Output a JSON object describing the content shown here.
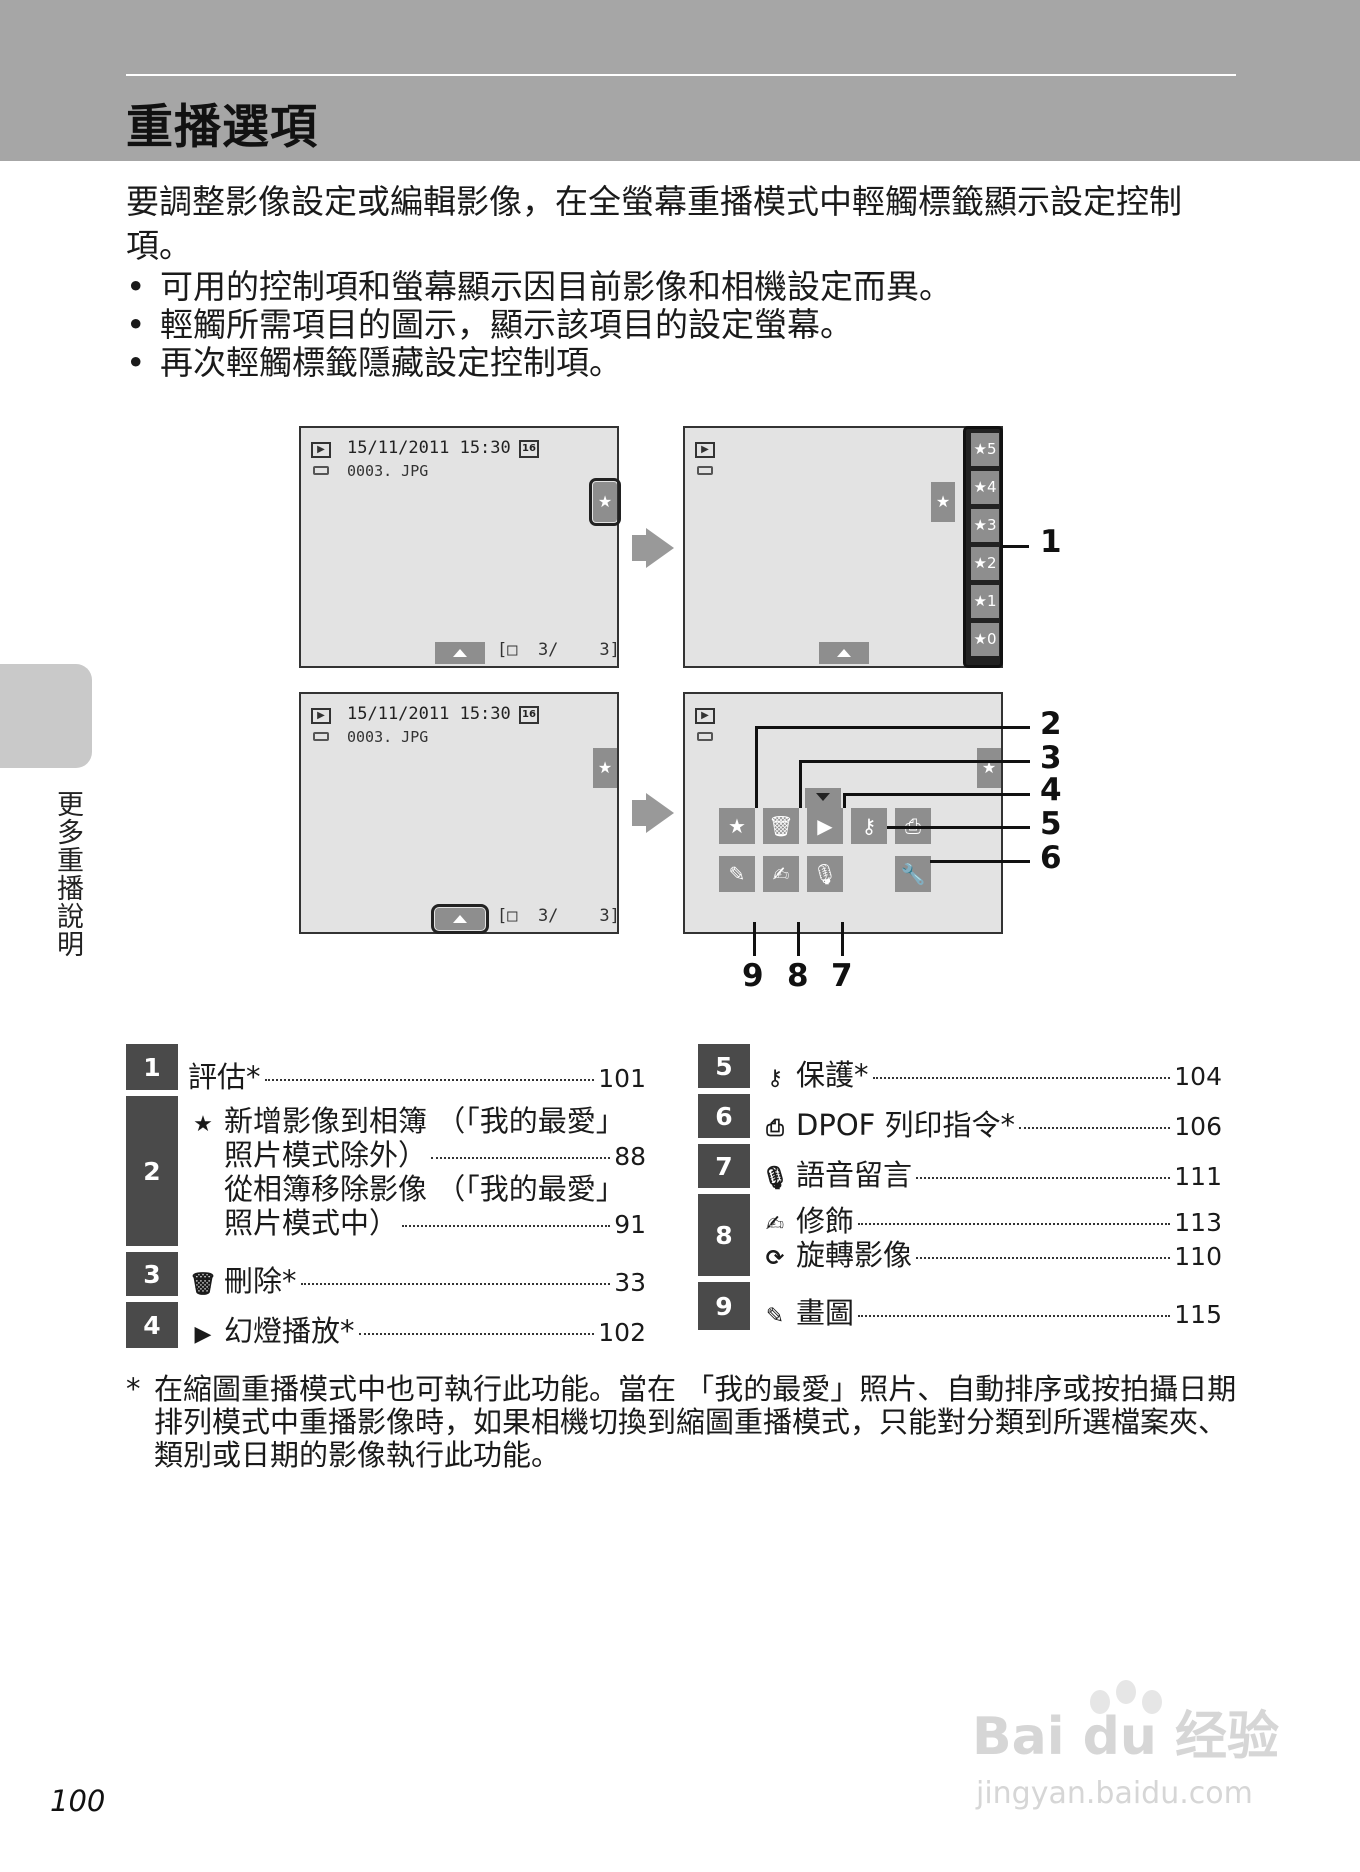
{
  "header": {
    "title": "重播選項"
  },
  "intro": "要調整影像設定或編輯影像，在全螢幕重播模式中輕觸標籤顯示設定控制項。",
  "bullets": [
    "可用的控制項和螢幕顯示因目前影像和相機設定而異。",
    "輕觸所需項目的圖示，顯示該項目的設定螢幕。",
    "再次輕觸標籤隱藏設定控制項。"
  ],
  "side_tab": {
    "label": "更多重播說明"
  },
  "screens": {
    "date": "15/11/2011 15:30",
    "file": "0003. JPG",
    "count": "[□  3/    3]",
    "rating_buttons": [
      "★5",
      "★4",
      "★3",
      "★2",
      "★1",
      "★0"
    ],
    "callouts": [
      "1",
      "2",
      "3",
      "4",
      "5",
      "6",
      "9",
      "8",
      "7"
    ]
  },
  "legend": {
    "left": [
      {
        "num": "1",
        "lines": [
          {
            "icon": "",
            "text": "評估*",
            "page": "101"
          }
        ]
      },
      {
        "num": "2",
        "lines": [
          {
            "icon": "album-icon",
            "text": "新增影像到相簿 （「我的最愛」",
            "page": ""
          },
          {
            "icon": "",
            "text": "照片模式除外）",
            "page": "88"
          },
          {
            "icon": "",
            "text": "從相簿移除影像 （「我的最愛」",
            "page": ""
          },
          {
            "icon": "",
            "text": "照片模式中）",
            "page": "91"
          }
        ]
      },
      {
        "num": "3",
        "lines": [
          {
            "icon": "trash-icon",
            "text": "刪除*",
            "page": "33"
          }
        ]
      },
      {
        "num": "4",
        "lines": [
          {
            "icon": "slideshow-icon",
            "text": "幻燈播放*",
            "page": "102"
          }
        ]
      }
    ],
    "right": [
      {
        "num": "5",
        "lines": [
          {
            "icon": "key-icon",
            "text": "保護*",
            "page": "104"
          }
        ]
      },
      {
        "num": "6",
        "lines": [
          {
            "icon": "print-icon",
            "text": "DPOF 列印指令*",
            "page": "106"
          }
        ]
      },
      {
        "num": "7",
        "lines": [
          {
            "icon": "mic-icon",
            "text": "語音留言",
            "page": "111"
          }
        ]
      },
      {
        "num": "8",
        "lines": [
          {
            "icon": "retouch-icon",
            "text": "修飾",
            "page": "113"
          },
          {
            "icon": "rotate-icon",
            "text": "旋轉影像",
            "page": "110"
          }
        ]
      },
      {
        "num": "9",
        "lines": [
          {
            "icon": "draw-icon",
            "text": "畫圖",
            "page": "115"
          }
        ]
      }
    ]
  },
  "footnote": {
    "mark": "*",
    "text": "在縮圖重播模式中也可執行此功能。當在 「我的最愛」照片、自動排序或按拍攝日期排列模式中重播影像時，如果相機切換到縮圖重播模式，只能對分類到所選檔案夾、類別或日期的影像執行此功能。"
  },
  "page_number": "100",
  "watermark": {
    "logo": "Bai du 经验",
    "url": "jingyan.baidu.com"
  }
}
